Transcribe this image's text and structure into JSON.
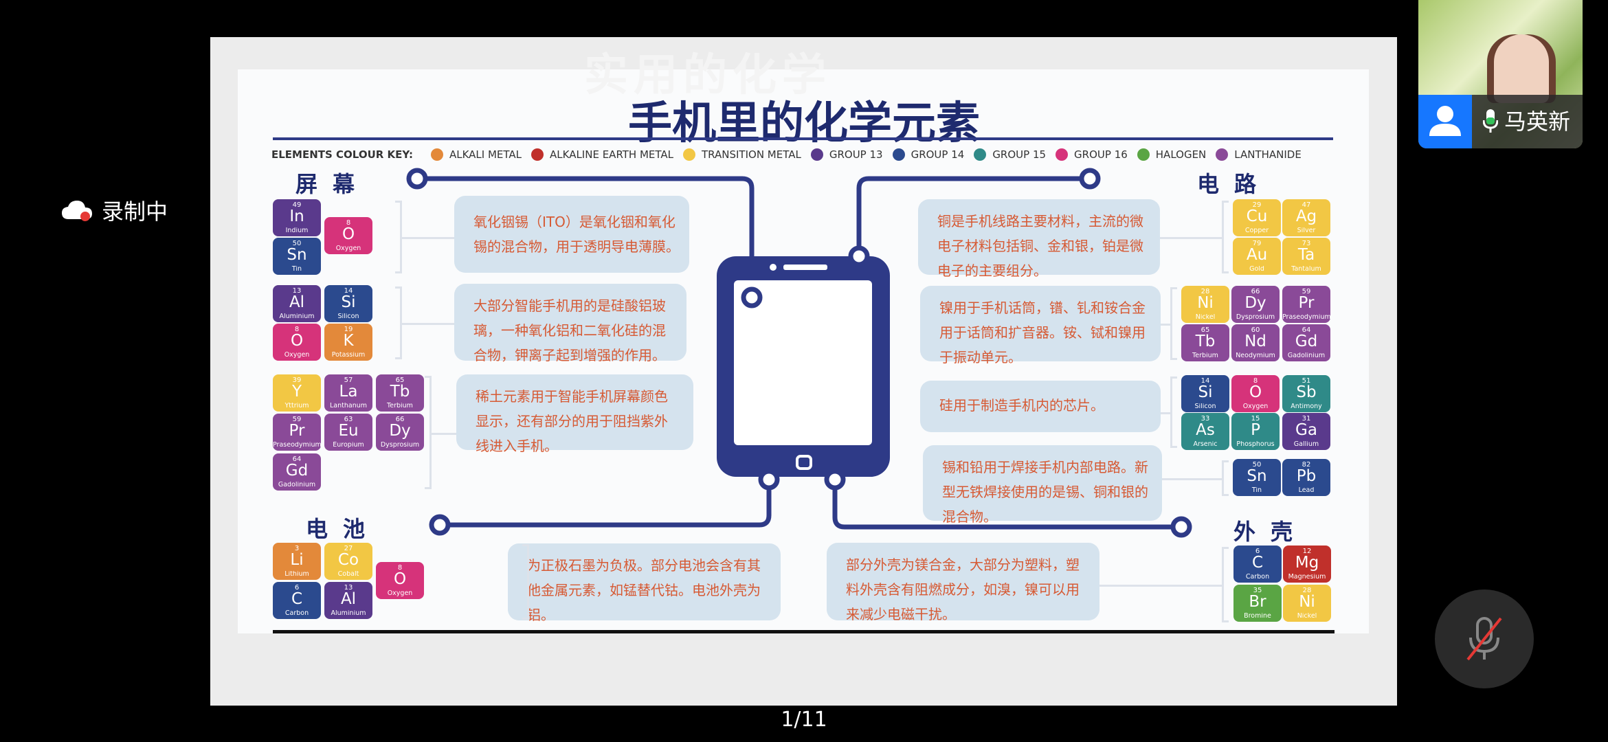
{
  "recording": {
    "label": "录制中",
    "icon": "cloud-record-icon"
  },
  "participant": {
    "name": "马英新",
    "mic_icon": "microphone-icon",
    "avatar_icon": "user-icon"
  },
  "controls": {
    "mute_icon": "microphone-muted-icon"
  },
  "pager": {
    "text": "1/11"
  },
  "slide": {
    "watermark": "实用的化学",
    "title": "手机里的化学元素",
    "legend": {
      "label": "ELEMENTS COLOUR KEY:",
      "items": [
        {
          "label": "ALKALI METAL",
          "color": "#e3893a"
        },
        {
          "label": "ALKALINE EARTH METAL",
          "color": "#c0302b"
        },
        {
          "label": "TRANSITION METAL",
          "color": "#f2c744"
        },
        {
          "label": "GROUP 13",
          "color": "#5a3a8c"
        },
        {
          "label": "GROUP 14",
          "color": "#2b4a8e"
        },
        {
          "label": "GROUP 15",
          "color": "#2f8a88"
        },
        {
          "label": "GROUP 16",
          "color": "#d6337a"
        },
        {
          "label": "HALOGEN",
          "color": "#5aa544"
        },
        {
          "label": "LANTHANIDE",
          "color": "#8a4a98"
        }
      ]
    },
    "headings": {
      "screen": "屏幕",
      "circuit": "电路",
      "battery": "电池",
      "case": "外壳"
    },
    "boxes": [
      {
        "lines": [
          "氧化铟锡（ITO）是氧化铟和氧化",
          "锡的混合物，用于透明导电薄膜。"
        ]
      },
      {
        "lines": [
          "大部分智能手机用的是硅酸铝玻",
          "璃，一种氧化铝和二氧化硅的混",
          "合物，钾离子起到增强的作用。"
        ]
      },
      {
        "lines": [
          "稀土元素用于智能手机屏幕颜色",
          "显示，还有部分的用于阻挡紫外",
          "线进入手机。"
        ]
      },
      {
        "lines": [
          "铜是手机线路主要材料，主流的微",
          "电子材料包括铜、金和银，铂是微",
          "电子的主要组分。"
        ]
      },
      {
        "lines": [
          "镍用于手机话筒，镨、钆和铵合金",
          "用于话筒和扩音器。铵、铽和镍用",
          "于振动单元。"
        ]
      },
      {
        "lines": [
          "硅用于制造手机内的芯片。"
        ]
      },
      {
        "lines": [
          "锡和铅用于焊接手机内部电路。新",
          "型无铁焊接使用的是锡、铜和银的",
          "混合物。"
        ]
      },
      {
        "lines": [
          "为正极石墨为负极。部分电池会含有其",
          "他金属元素，如锰替代钴。电池外壳为",
          "铝。"
        ]
      },
      {
        "lines": [
          "部分外壳为镁合金，大部分为塑料，塑",
          "料外壳含有阻燃成分，如溴，镍可以用",
          "来减少电磁干扰。"
        ]
      }
    ],
    "elements": [
      {
        "s": "In",
        "n": "49",
        "name": "Indium",
        "c": "#5a3a8c"
      },
      {
        "s": "Sn",
        "n": "50",
        "name": "Tin",
        "c": "#2b4a8e"
      },
      {
        "s": "O",
        "n": "8",
        "name": "Oxygen",
        "c": "#d6337a"
      },
      {
        "s": "Al",
        "n": "13",
        "name": "Aluminium",
        "c": "#5a3a8c"
      },
      {
        "s": "Si",
        "n": "14",
        "name": "Silicon",
        "c": "#2b4a8e"
      },
      {
        "s": "O",
        "n": "8",
        "name": "Oxygen",
        "c": "#d6337a"
      },
      {
        "s": "K",
        "n": "19",
        "name": "Potassium",
        "c": "#e3893a"
      },
      {
        "s": "Y",
        "n": "39",
        "name": "Yttrium",
        "c": "#f2c744"
      },
      {
        "s": "La",
        "n": "57",
        "name": "Lanthanum",
        "c": "#8a4a98"
      },
      {
        "s": "Tb",
        "n": "65",
        "name": "Terbium",
        "c": "#8a4a98"
      },
      {
        "s": "Pr",
        "n": "59",
        "name": "Praseodymium",
        "c": "#8a4a98"
      },
      {
        "s": "Eu",
        "n": "63",
        "name": "Europium",
        "c": "#8a4a98"
      },
      {
        "s": "Dy",
        "n": "66",
        "name": "Dysprosium",
        "c": "#8a4a98"
      },
      {
        "s": "Gd",
        "n": "64",
        "name": "Gadolinium",
        "c": "#8a4a98"
      },
      {
        "s": "Cu",
        "n": "29",
        "name": "Copper",
        "c": "#f2c744"
      },
      {
        "s": "Ag",
        "n": "47",
        "name": "Silver",
        "c": "#f2c744"
      },
      {
        "s": "Au",
        "n": "79",
        "name": "Gold",
        "c": "#f2c744"
      },
      {
        "s": "Ta",
        "n": "73",
        "name": "Tantalum",
        "c": "#f2c744"
      },
      {
        "s": "Ni",
        "n": "28",
        "name": "Nickel",
        "c": "#f2c744"
      },
      {
        "s": "Dy",
        "n": "66",
        "name": "Dysprosium",
        "c": "#8a4a98"
      },
      {
        "s": "Pr",
        "n": "59",
        "name": "Praseodymium",
        "c": "#8a4a98"
      },
      {
        "s": "Tb",
        "n": "65",
        "name": "Terbium",
        "c": "#8a4a98"
      },
      {
        "s": "Nd",
        "n": "60",
        "name": "Neodymium",
        "c": "#8a4a98"
      },
      {
        "s": "Gd",
        "n": "64",
        "name": "Gadolinium",
        "c": "#8a4a98"
      },
      {
        "s": "Si",
        "n": "14",
        "name": "Silicon",
        "c": "#2b4a8e"
      },
      {
        "s": "O",
        "n": "8",
        "name": "Oxygen",
        "c": "#d6337a"
      },
      {
        "s": "Sb",
        "n": "51",
        "name": "Antimony",
        "c": "#2f8a88"
      },
      {
        "s": "As",
        "n": "33",
        "name": "Arsenic",
        "c": "#2f8a88"
      },
      {
        "s": "P",
        "n": "15",
        "name": "Phosphorus",
        "c": "#2f8a88"
      },
      {
        "s": "Ga",
        "n": "31",
        "name": "Gallium",
        "c": "#5a3a8c"
      },
      {
        "s": "Sn",
        "n": "50",
        "name": "Tin",
        "c": "#2b4a8e"
      },
      {
        "s": "Pb",
        "n": "82",
        "name": "Lead",
        "c": "#2b4a8e"
      },
      {
        "s": "Li",
        "n": "3",
        "name": "Lithium",
        "c": "#e3893a"
      },
      {
        "s": "Co",
        "n": "27",
        "name": "Cobalt",
        "c": "#f2c744"
      },
      {
        "s": "C",
        "n": "6",
        "name": "Carbon",
        "c": "#2b4a8e"
      },
      {
        "s": "Al",
        "n": "13",
        "name": "Aluminium",
        "c": "#5a3a8c"
      },
      {
        "s": "O",
        "n": "8",
        "name": "Oxygen",
        "c": "#d6337a"
      },
      {
        "s": "C",
        "n": "6",
        "name": "Carbon",
        "c": "#2b4a8e"
      },
      {
        "s": "Mg",
        "n": "12",
        "name": "Magnesium",
        "c": "#c0302b"
      },
      {
        "s": "Br",
        "n": "35",
        "name": "Bromine",
        "c": "#5aa544"
      },
      {
        "s": "Ni",
        "n": "28",
        "name": "Nickel",
        "c": "#f2c744"
      }
    ]
  }
}
